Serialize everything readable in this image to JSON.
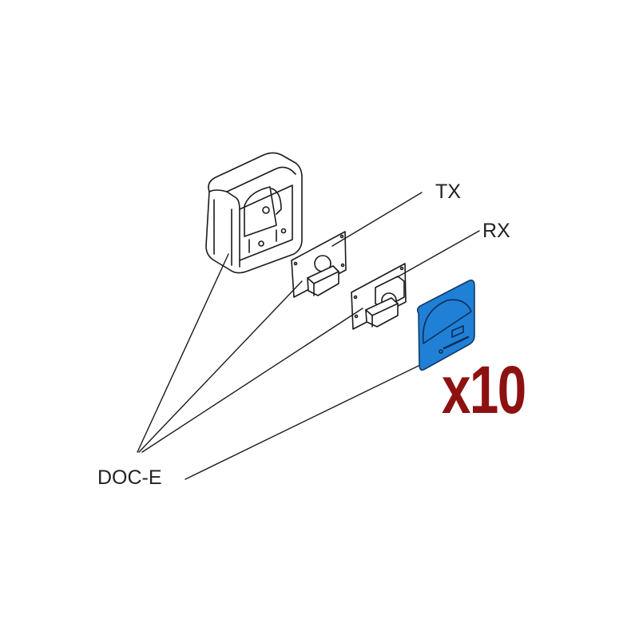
{
  "labels": {
    "tx": "TX",
    "rx": "RX",
    "part_code": "DOC-E",
    "quantity": "x10"
  },
  "colors": {
    "cover_plate": "#1f80d6",
    "quantity_text": "#8e1111",
    "line": "#1a1a1a"
  }
}
